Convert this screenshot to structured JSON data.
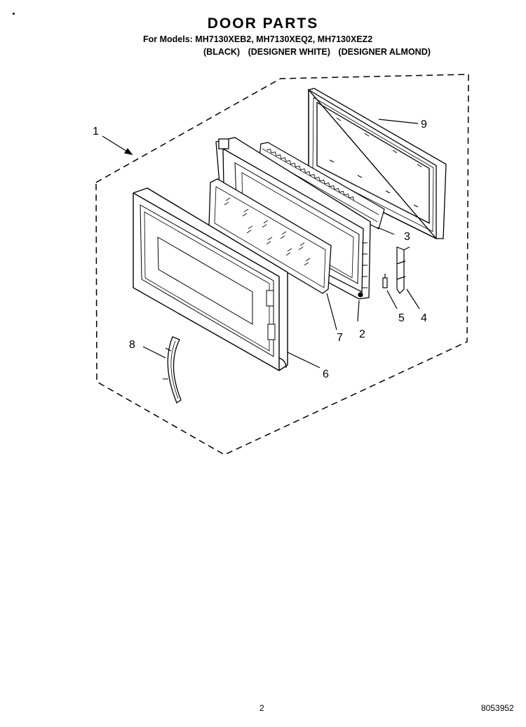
{
  "header": {
    "title": "DOOR PARTS",
    "subtitle": "For Models: MH7130XEB2, MH7130XEQ2, MH7130XEZ2",
    "variants": [
      "(BLACK)",
      "(DESIGNER WHITE)",
      "(DESIGNER ALMOND)"
    ]
  },
  "callouts": [
    "1",
    "2",
    "3",
    "4",
    "5",
    "6",
    "7",
    "8",
    "9"
  ],
  "footer": {
    "page_number": "2",
    "doc_number": "8053952"
  }
}
